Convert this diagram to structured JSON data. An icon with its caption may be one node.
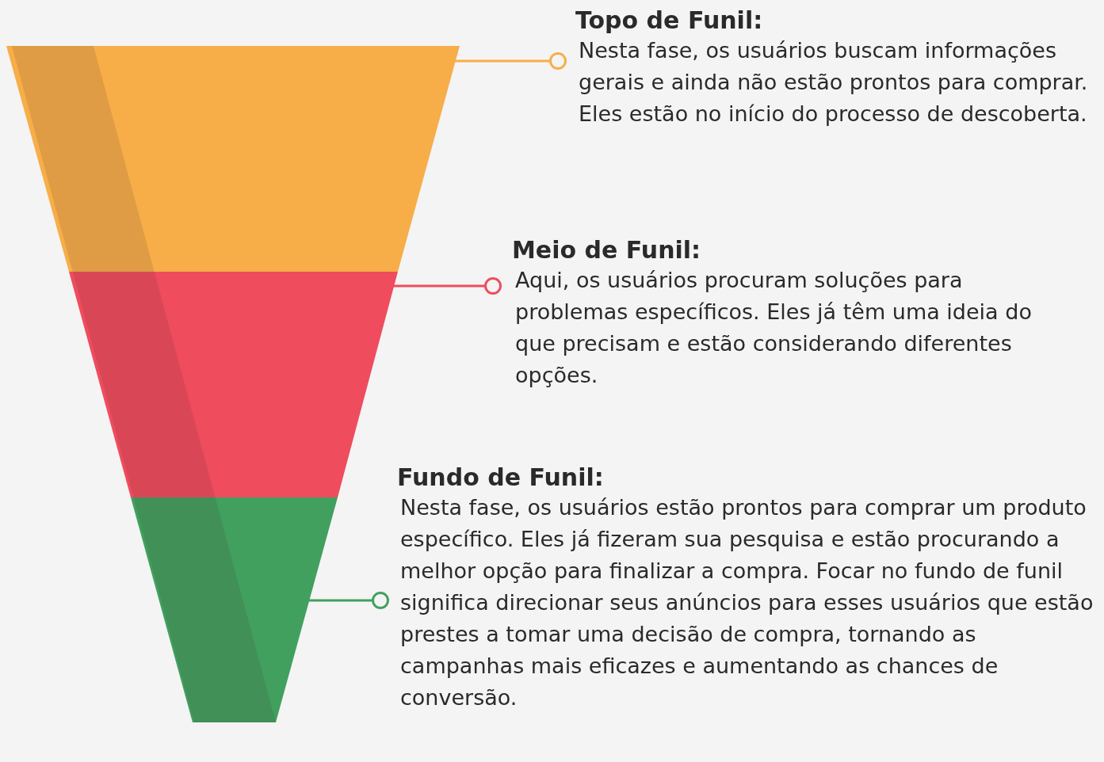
{
  "diagram": {
    "nodes": [
      {
        "text": [
          "Topo de Funil:",
          "Nesta fase, os usuários buscam informações gerais e ainda não estão prontos para comprar. Eles estão no início do processo de descoberta."
        ]
      },
      {
        "text": [],
        "shape": "trapezoid"
      },
      {
        "text": [
          "Meio de Funil:",
          "Aqui, os usuários procuram soluções para problemas específicos. Eles já têm uma ideia do que precisam e estão considerando diferentes opções."
        ]
      },
      {
        "text": [],
        "shape": "trapezoid"
      },
      {
        "text": [
          "Fundo de Funil:",
          "Nesta fase, os usuários estão prontos para comprar um produto específico. Eles já fizeram sua pesquisa e estão procurando a melhor opção para finalizar a compra. Focar no fundo de funil significa direcionar seus anúncios para esses usuários que estão prestes a tomar uma decisão de compra, tornando as campanhas mais eficazes e aumentando as chances de conversão."
        ]
      },
      {
        "text": [],
        "shape": "trapezoid"
      }
    ],
    "edges": [
      {
        "from": 0,
        "to": 1,
        "arrow": "other",
        "color": "#f7ae48"
      },
      {
        "from": 2,
        "to": 3,
        "arrow": "other",
        "color": "#ef4c5e"
      },
      {
        "from": 4,
        "to": 5,
        "arrow": "other",
        "color": "#41a05e"
      }
    ]
  }
}
